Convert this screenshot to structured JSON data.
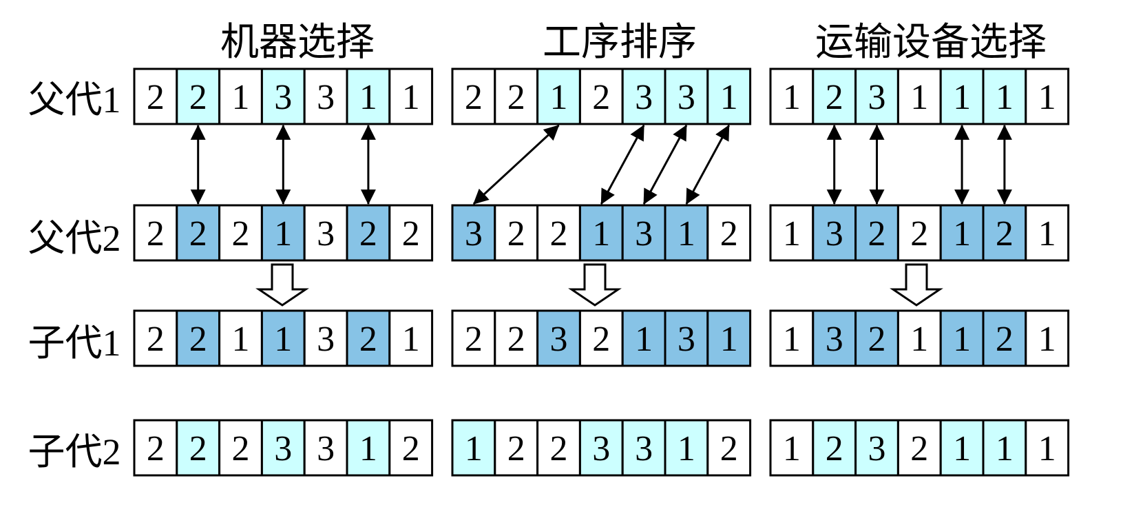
{
  "titles": {
    "machine": "机器选择",
    "operation": "工序排序",
    "transport": "运输设备选择"
  },
  "row_labels": {
    "parent1": "父代1",
    "parent2": "父代2",
    "child1": "子代1",
    "child2": "子代2"
  },
  "colors": {
    "light": "#ccffff",
    "dark": "#87c3e6",
    "white": "#ffffff",
    "stroke": "#000000"
  },
  "groups": {
    "machine": {
      "parent1": {
        "values": [
          "2",
          "2",
          "1",
          "3",
          "3",
          "1",
          "1"
        ],
        "fill": [
          "w",
          "l",
          "w",
          "l",
          "w",
          "l",
          "w"
        ]
      },
      "parent2": {
        "values": [
          "2",
          "2",
          "2",
          "1",
          "3",
          "2",
          "2"
        ],
        "fill": [
          "w",
          "d",
          "w",
          "d",
          "w",
          "d",
          "w"
        ]
      },
      "child1": {
        "values": [
          "2",
          "2",
          "1",
          "1",
          "3",
          "2",
          "1"
        ],
        "fill": [
          "w",
          "d",
          "w",
          "d",
          "w",
          "d",
          "w"
        ]
      },
      "child2": {
        "values": [
          "2",
          "2",
          "2",
          "3",
          "3",
          "1",
          "2"
        ],
        "fill": [
          "w",
          "l",
          "w",
          "l",
          "w",
          "l",
          "w"
        ]
      }
    },
    "operation": {
      "parent1": {
        "values": [
          "2",
          "2",
          "1",
          "2",
          "3",
          "3",
          "1"
        ],
        "fill": [
          "w",
          "w",
          "l",
          "w",
          "l",
          "l",
          "l"
        ]
      },
      "parent2": {
        "values": [
          "3",
          "2",
          "2",
          "1",
          "3",
          "1",
          "2"
        ],
        "fill": [
          "d",
          "w",
          "w",
          "d",
          "d",
          "d",
          "w"
        ]
      },
      "child1": {
        "values": [
          "2",
          "2",
          "3",
          "2",
          "1",
          "3",
          "1"
        ],
        "fill": [
          "w",
          "w",
          "d",
          "w",
          "d",
          "d",
          "d"
        ]
      },
      "child2": {
        "values": [
          "1",
          "2",
          "2",
          "3",
          "3",
          "1",
          "2"
        ],
        "fill": [
          "l",
          "w",
          "w",
          "l",
          "l",
          "l",
          "w"
        ]
      }
    },
    "transport": {
      "parent1": {
        "values": [
          "1",
          "2",
          "3",
          "1",
          "1",
          "1",
          "1"
        ],
        "fill": [
          "w",
          "l",
          "l",
          "w",
          "l",
          "l",
          "w"
        ]
      },
      "parent2": {
        "values": [
          "1",
          "3",
          "2",
          "2",
          "1",
          "2",
          "1"
        ],
        "fill": [
          "w",
          "d",
          "d",
          "w",
          "d",
          "d",
          "w"
        ]
      },
      "child1": {
        "values": [
          "1",
          "3",
          "2",
          "1",
          "1",
          "2",
          "1"
        ],
        "fill": [
          "w",
          "d",
          "d",
          "w",
          "d",
          "d",
          "w"
        ]
      },
      "child2": {
        "values": [
          "1",
          "2",
          "3",
          "2",
          "1",
          "1",
          "1"
        ],
        "fill": [
          "w",
          "l",
          "l",
          "w",
          "l",
          "l",
          "w"
        ]
      }
    }
  },
  "swap_links": {
    "machine": [
      [
        1,
        1
      ],
      [
        3,
        3
      ],
      [
        5,
        5
      ]
    ],
    "operation": [
      [
        2,
        0
      ],
      [
        4,
        3
      ],
      [
        5,
        4
      ],
      [
        6,
        5
      ]
    ],
    "transport": [
      [
        1,
        1
      ],
      [
        2,
        2
      ],
      [
        4,
        4
      ],
      [
        5,
        5
      ]
    ]
  }
}
